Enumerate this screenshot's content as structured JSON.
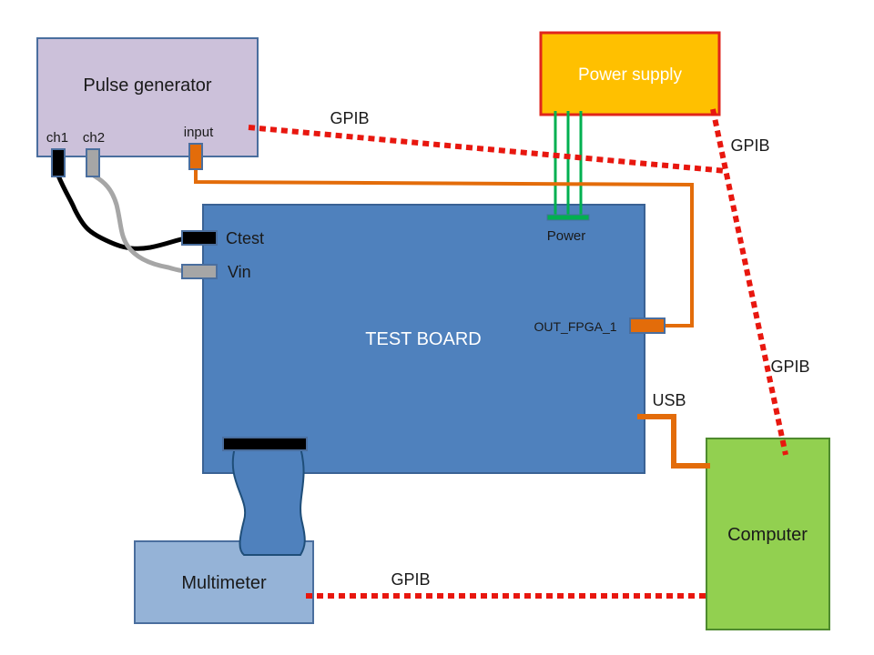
{
  "devices": {
    "pulse_generator": {
      "title": "Pulse generator",
      "ch1": "ch1",
      "ch2": "ch2",
      "input": "input"
    },
    "power_supply": {
      "title": "Power supply"
    },
    "test_board": {
      "title": "TEST BOARD",
      "ctest": "Ctest",
      "vin": "Vin",
      "power": "Power",
      "out_fpga": "OUT_FPGA_1"
    },
    "multimeter": {
      "title": "Multimeter"
    },
    "computer": {
      "title": "Computer"
    }
  },
  "links": {
    "gpib_pulse": "GPIB",
    "gpib_power": "GPIB",
    "gpib_computer": "GPIB",
    "gpib_multimeter": "GPIB",
    "usb": "USB"
  },
  "colors": {
    "pulse_generator": "#CCC1DA",
    "power_supply": "#FFC000",
    "power_supply_border": "#E0251B",
    "test_board": "#4F81BD",
    "multimeter": "#95B3D7",
    "computer": "#92D050",
    "gpib": "#E8170F",
    "signal_cable": "#E36C0A",
    "power_wires": "#00B050"
  }
}
